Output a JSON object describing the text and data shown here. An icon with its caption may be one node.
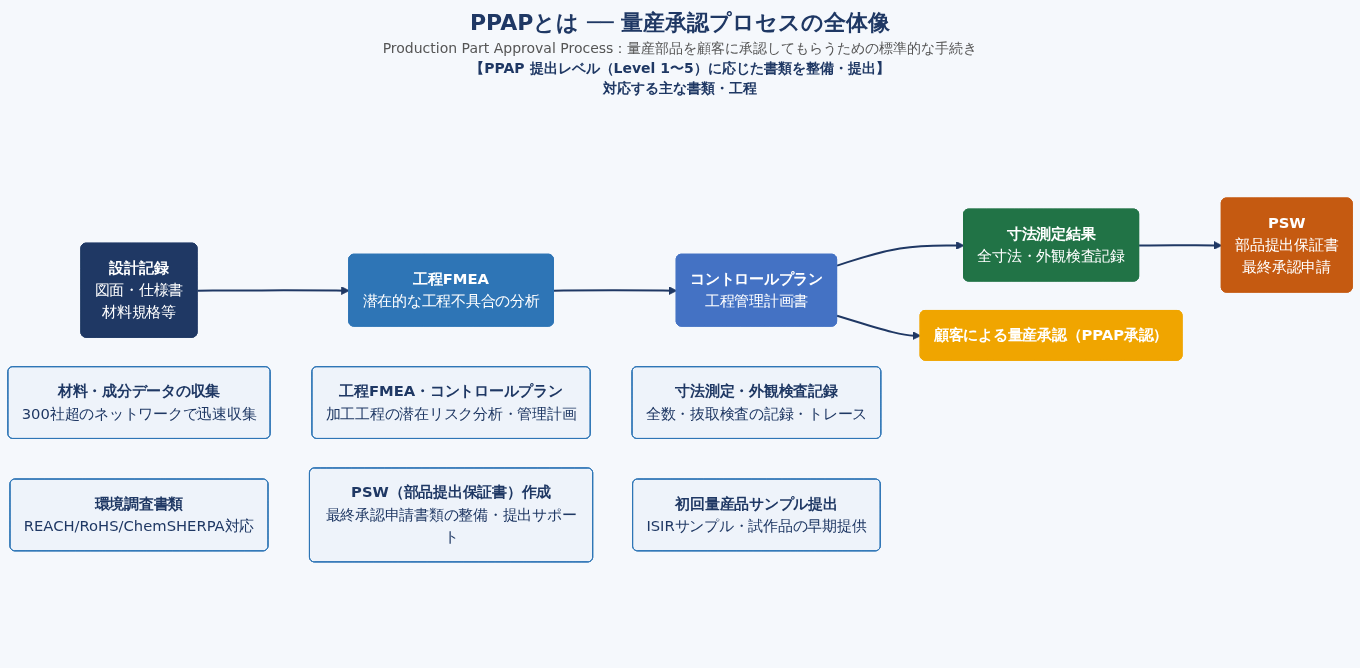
{
  "diagram": {
    "title": "PPAPとは ── 量産承認プロセスの全体像",
    "nodes": [
      {
        "text": [
          "設計記録",
          "図面・仕様書",
          "材料規格等"
        ]
      },
      {
        "text": [
          "工程FMEA",
          "潜在的な工程不具合の分析"
        ]
      },
      {
        "text": [
          "コントロールプラン",
          "工程管理計画書"
        ]
      },
      {
        "text": [
          "寸法測定結果",
          "全寸法・外観検査記録"
        ]
      },
      {
        "text": [
          "PSW",
          "部品提出保証書",
          "最終承認申請"
        ]
      },
      {
        "text": [
          "顧客による量産承認（PPAP承認）"
        ]
      },
      {
        "text": [
          "材料・成分データの収集",
          "300社超のネットワークで迅速収集"
        ]
      },
      {
        "text": [
          "工程FMEA・コントロールプラン",
          "加工工程の潜在リスク分析・管理計画"
        ]
      },
      {
        "text": [
          "寸法測定・外観検査記録",
          "全数・抜取検査の記録・トレース"
        ]
      },
      {
        "text": [
          "環境調査書類",
          "REACH/RoHS/ChemSHERPA対応"
        ]
      },
      {
        "text": [
          "PSW（部品提出保証書）作成",
          "最終承認申請書類の整備・提出サポート"
        ]
      },
      {
        "text": [
          "初回量産品サンプル提出",
          "ISIRサンプル・試作品の早期提供"
        ]
      }
    ],
    "edges": [
      {
        "from": 0,
        "to": 1,
        "arrow": "to"
      },
      {
        "from": 1,
        "to": 2,
        "arrow": "to"
      },
      {
        "from": 2,
        "to": 3,
        "arrow": "to"
      },
      {
        "from": 3,
        "to": 4,
        "arrow": "to"
      },
      {
        "from": 2,
        "to": 5,
        "arrow": "to"
      }
    ],
    "labels": [
      "Production Part Approval Process：量産部品を顧客に承認してもらうための標準的な手続き",
      "【PPAP 提出レベル（Level 1〜5）に応じた書類を整備・提出】",
      "対応する主な書類・工程"
    ]
  }
}
